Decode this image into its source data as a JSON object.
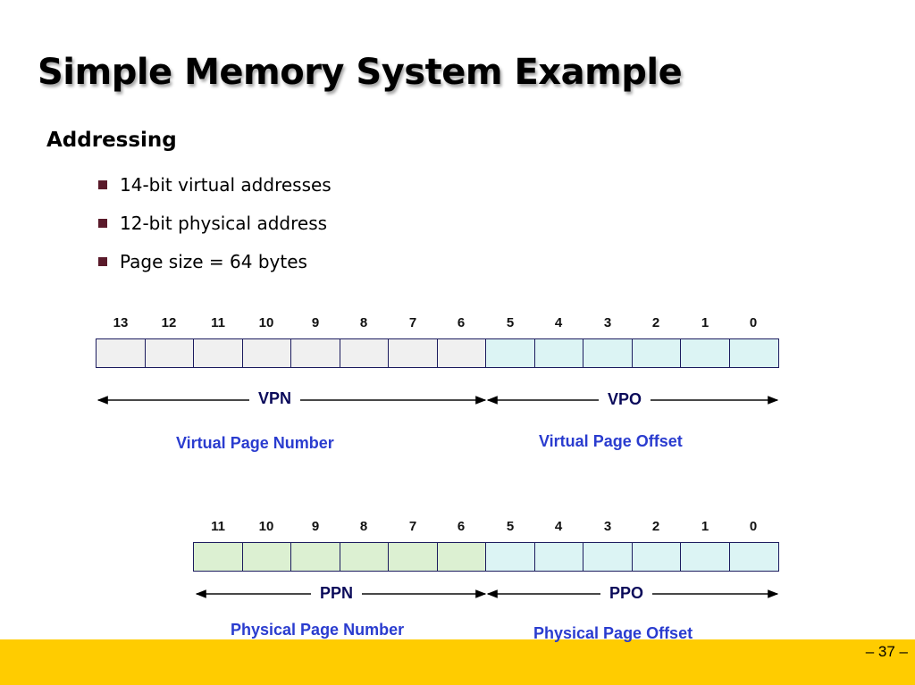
{
  "title": "Simple Memory System Example",
  "section": "Addressing",
  "bullets": [
    "14-bit virtual addresses",
    "12-bit physical address",
    "Page size = 64 bytes"
  ],
  "virtual": {
    "bits": [
      "13",
      "12",
      "11",
      "10",
      "9",
      "8",
      "7",
      "6",
      "5",
      "4",
      "3",
      "2",
      "1",
      "0"
    ],
    "vpn_label": "VPN",
    "vpo_label": "VPO",
    "vpn_desc": "Virtual Page Number",
    "vpo_desc": "Virtual Page Offset"
  },
  "physical": {
    "bits": [
      "11",
      "10",
      "9",
      "8",
      "7",
      "6",
      "5",
      "4",
      "3",
      "2",
      "1",
      "0"
    ],
    "ppn_label": "PPN",
    "ppo_label": "PPO",
    "ppn_desc": "Physical Page Number",
    "ppo_desc": "Physical Page Offset"
  },
  "colors": {
    "vpn_fill": "#f0f0f0",
    "offset_fill": "#dcf4f4",
    "ppn_fill": "#dcf0d2",
    "border": "#1b1b5e",
    "footer": "#ffcc00"
  },
  "page_number": "– 37 –"
}
